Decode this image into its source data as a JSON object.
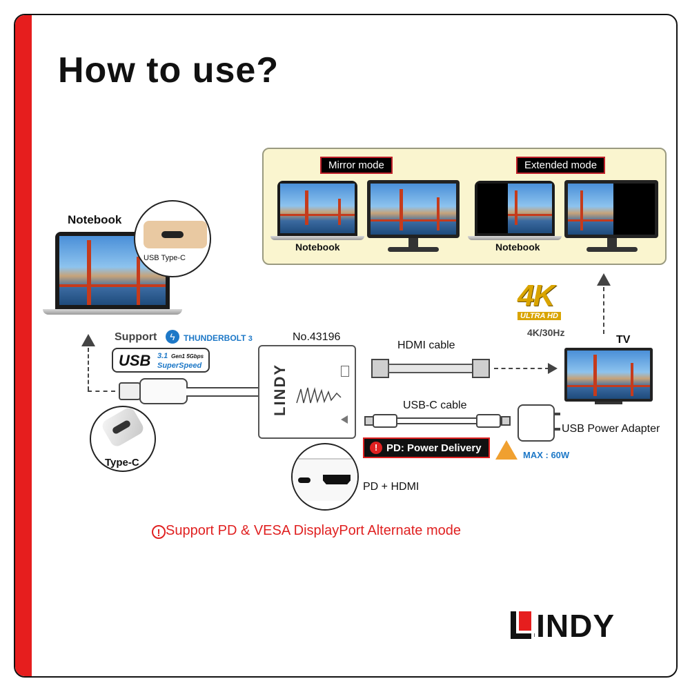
{
  "title": "How to use?",
  "modes": {
    "mirror_label": "Mirror mode",
    "extended_label": "Extended mode",
    "notebook_label_1": "Notebook",
    "notebook_label_2": "Notebook"
  },
  "notebook": {
    "label": "Notebook",
    "port_label": "USB Type-C"
  },
  "support": {
    "label": "Support",
    "thunderbolt": "THUNDERBOLT",
    "thunderbolt_version": "3"
  },
  "usb_badge": {
    "usb": "USB",
    "version": "3.1",
    "gen": "Gen1 5Gbps",
    "superspeed": "SuperSpeed"
  },
  "typec": {
    "label": "Type-C"
  },
  "adapter": {
    "model": "No.43196",
    "brand": "LINDY"
  },
  "hdmi_cable": {
    "label": "HDMI cable"
  },
  "usbc_cable": {
    "label": "USB-C cable"
  },
  "tv": {
    "label": "TV",
    "resolution": "4K/30Hz",
    "badge_main": "4K",
    "badge_sub": "ULTRA HD"
  },
  "power": {
    "adapter_label": "USB Power Adapter",
    "pd_label": "PD: Power Delivery",
    "max": "MAX : 60W"
  },
  "ports": {
    "label": "PD + HDMI"
  },
  "note": {
    "text": "Support PD & VESA DisplayPort Alternate mode"
  },
  "brand": {
    "logo": "LINDY"
  },
  "colors": {
    "accent_red": "#e61e1e",
    "blue": "#1d78c7",
    "panel_bg": "#faf5cf"
  }
}
